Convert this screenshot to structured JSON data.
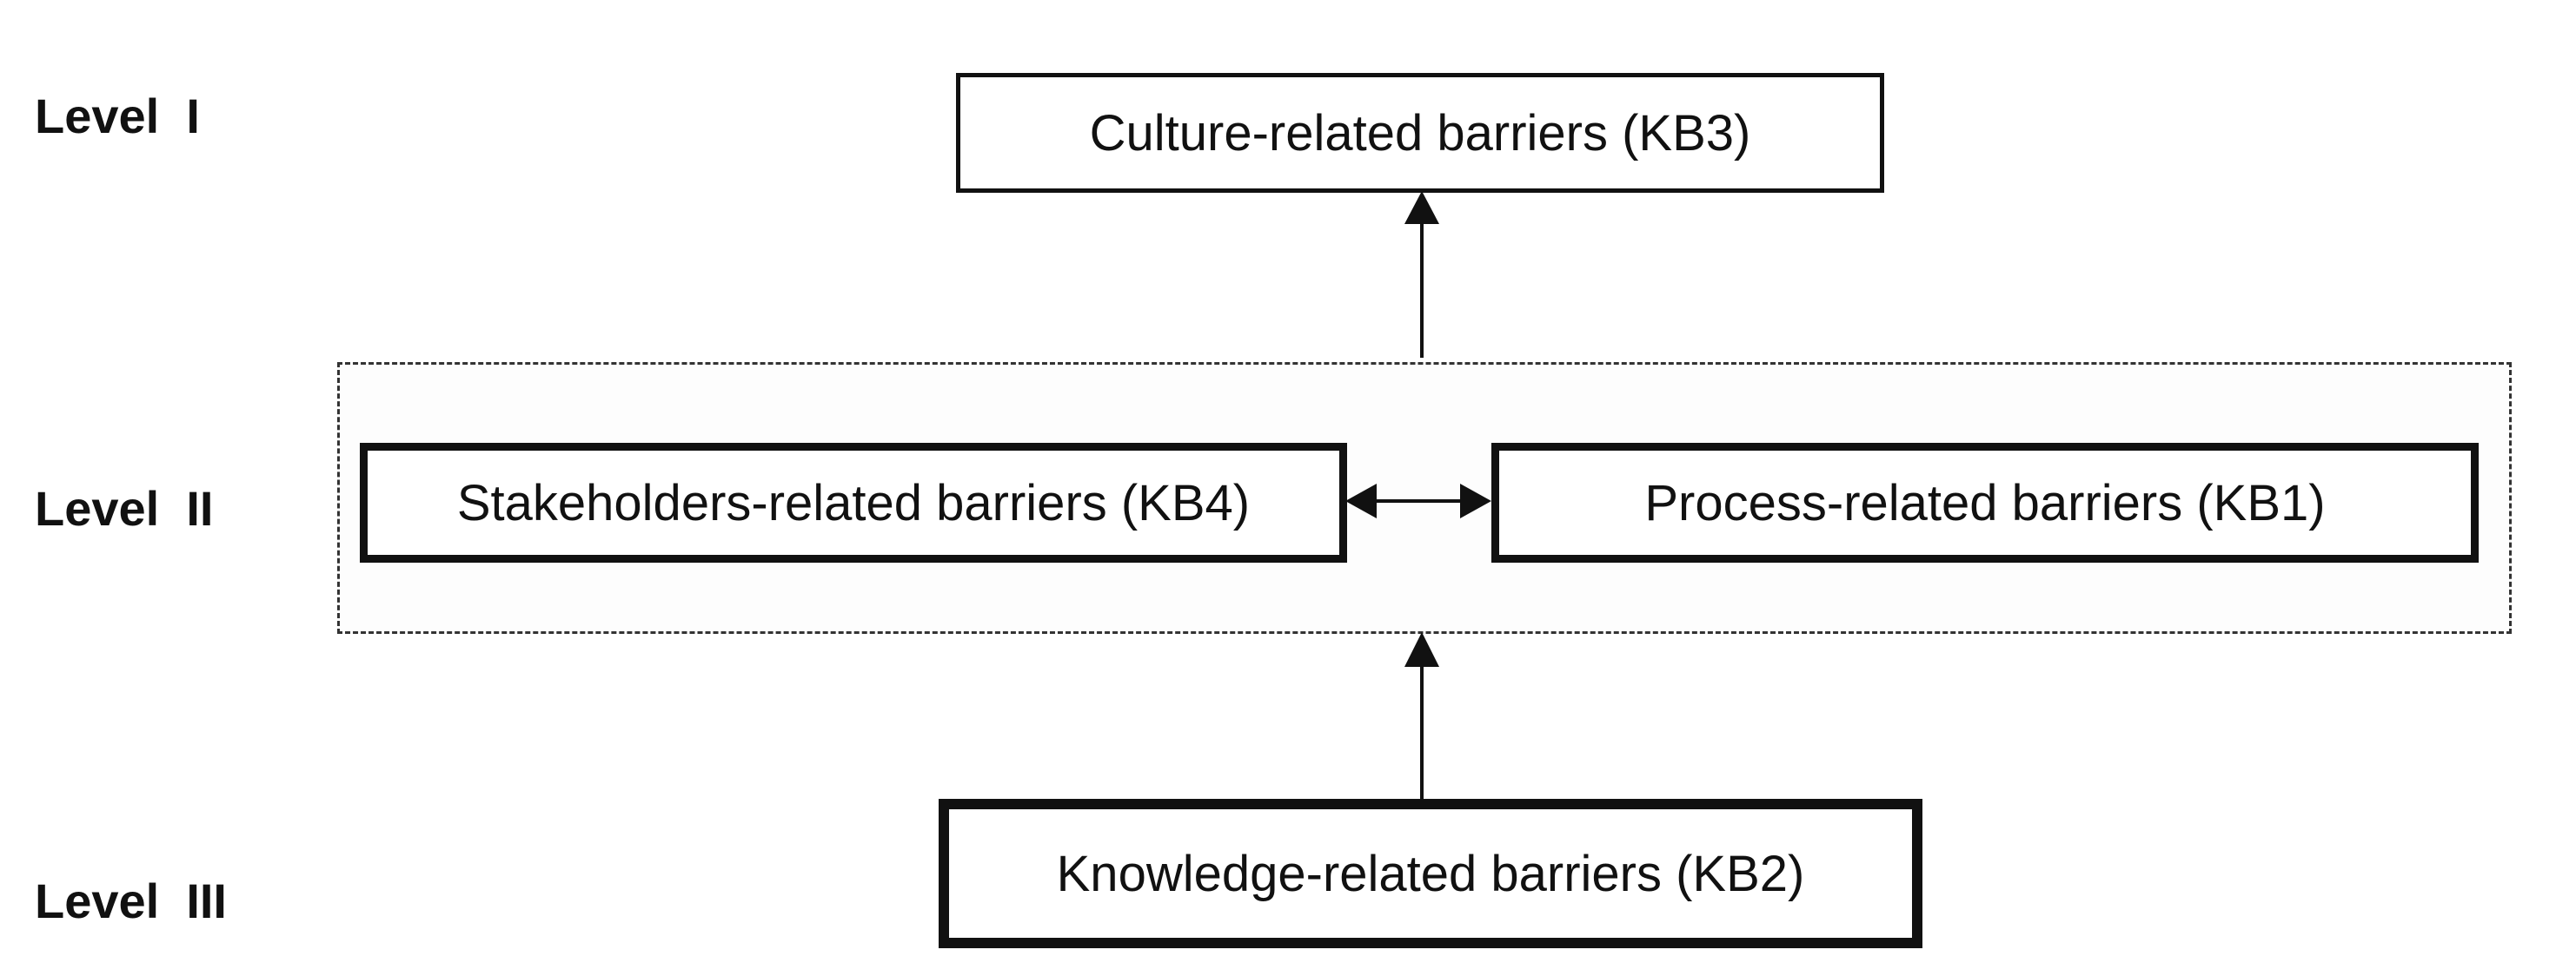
{
  "levels": [
    {
      "id": "level-1",
      "label": "Level  I"
    },
    {
      "id": "level-2",
      "label": "Level  II"
    },
    {
      "id": "level-3",
      "label": "Level  III"
    }
  ],
  "nodes": {
    "kb3": {
      "label": "Culture-related barriers (KB3)",
      "level": "Level I"
    },
    "kb4": {
      "label": "Stakeholders-related barriers (KB4)",
      "level": "Level II"
    },
    "kb1": {
      "label": "Process-related barriers (KB1)",
      "level": "Level II"
    },
    "kb2": {
      "label": "Knowledge-related barriers (KB2)",
      "level": "Level III"
    }
  },
  "edges": [
    {
      "from": "kb2",
      "to": "level-2-group",
      "type": "arrow"
    },
    {
      "from": "level-2-group",
      "to": "kb3",
      "type": "arrow"
    },
    {
      "from": "kb4",
      "to": "kb1",
      "type": "bidirectional"
    }
  ],
  "colors": {
    "stroke": "#111111",
    "group_border": "#333333",
    "background": "#ffffff"
  }
}
